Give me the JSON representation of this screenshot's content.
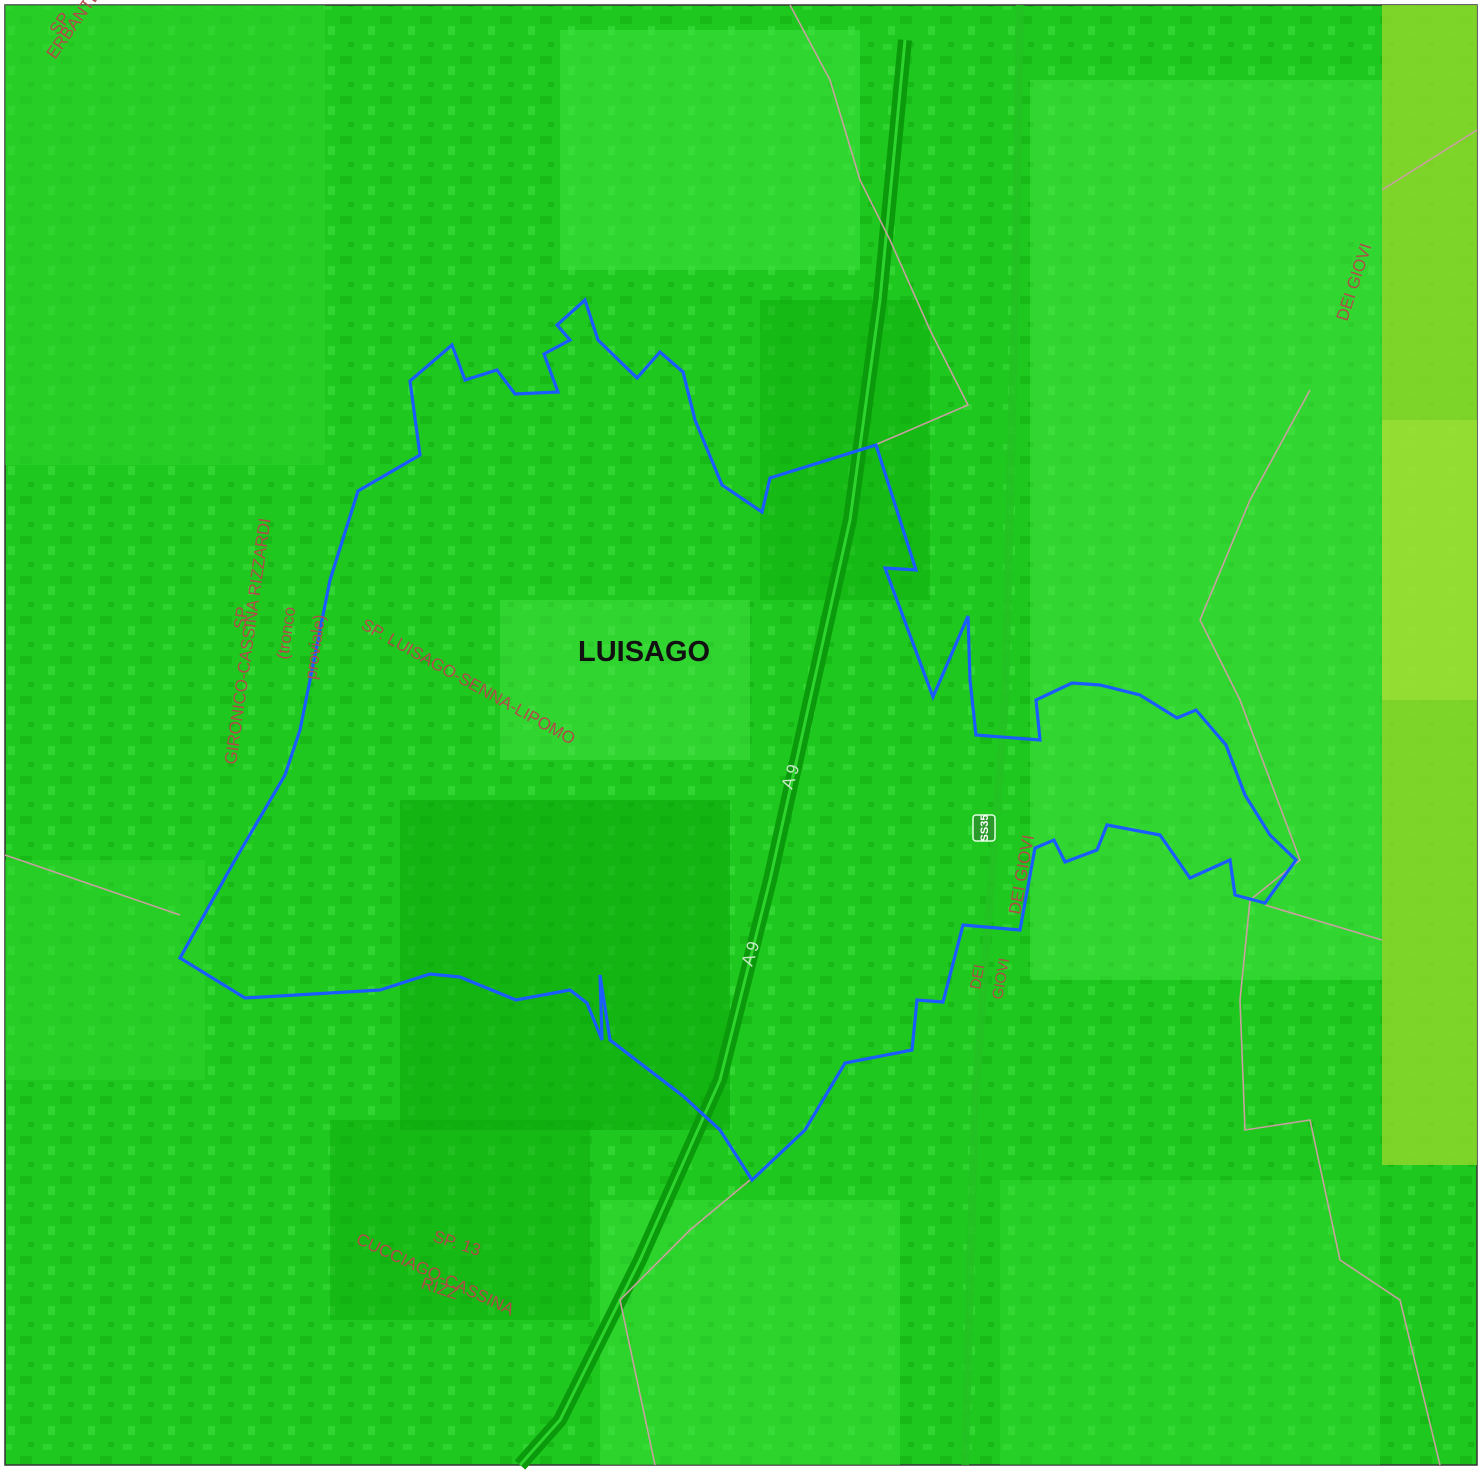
{
  "map": {
    "place_name": "LUISAGO",
    "colors": {
      "base": "#1ec81e",
      "light_patch": "#3ee23e",
      "dark_patch": "#0aa80a",
      "boundary": "#1a5cff",
      "admin_line": "#c9a0a0",
      "right_band": "#8ad62a",
      "road_label": "#b24a4a"
    },
    "road_labels": {
      "sp_luisago": "SP. LUISAGO-SENNA-LIPOMO",
      "sp_grandate_1": "SP",
      "sp_grandate_2": "GIRONICO-CASSINA RIZZARDI",
      "sp_grandate_3": "(tronco",
      "sp_grandate_4": "proviale)",
      "sp13_1": "SP. 13",
      "sp13_2": "CUCCIAGO-CASSINA",
      "sp13_3": "RIZZ",
      "dei_giovi_1": "DEI GIOVI",
      "dei_giovi_2": "DEI GIOVI",
      "dei_giovi_3_a": "DEI",
      "dei_giovi_3_b": "GIOVI",
      "top_left_a": "SP",
      "top_left_b": "ERBANTE",
      "motorway_1": "A 9",
      "motorway_2": "A 9",
      "shield": "SS35"
    },
    "icons": {
      "road_shield": "road-shield-icon"
    }
  }
}
